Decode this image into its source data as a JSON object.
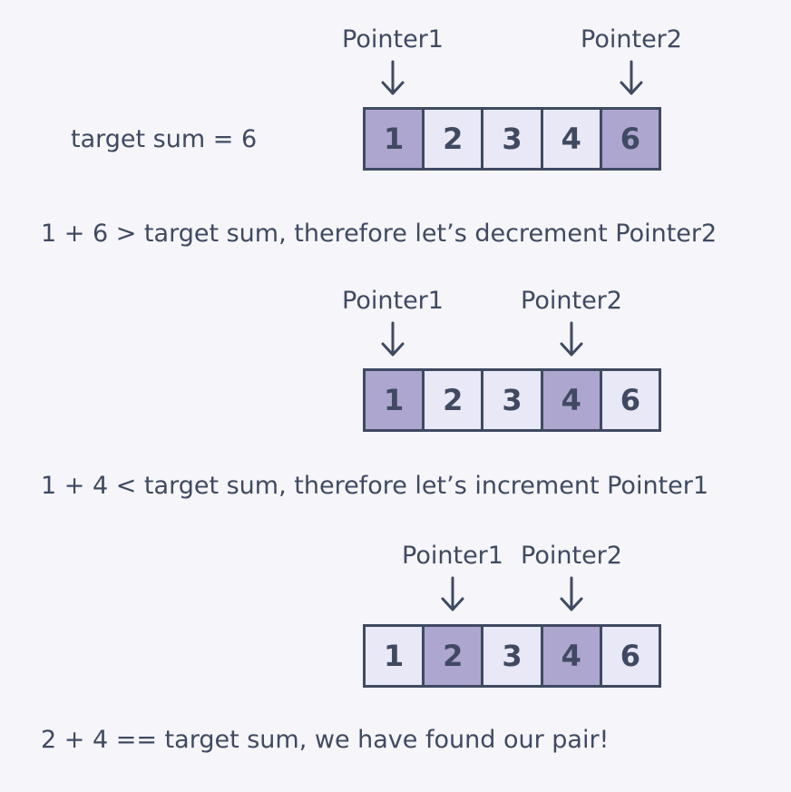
{
  "steps": [
    {
      "pointer1": "Pointer1",
      "pointer2": "Pointer2",
      "cells": [
        {
          "value": "1",
          "highlighted": true
        },
        {
          "value": "2",
          "highlighted": false
        },
        {
          "value": "3",
          "highlighted": false
        },
        {
          "value": "4",
          "highlighted": false
        },
        {
          "value": "6",
          "highlighted": true
        }
      ],
      "caption": "1 + 6 > target sum, therefore let’s decrement Pointer2"
    },
    {
      "pointer1": "Pointer1",
      "pointer2": "Pointer2",
      "cells": [
        {
          "value": "1",
          "highlighted": true
        },
        {
          "value": "2",
          "highlighted": false
        },
        {
          "value": "3",
          "highlighted": false
        },
        {
          "value": "4",
          "highlighted": true
        },
        {
          "value": "6",
          "highlighted": false
        }
      ],
      "caption": "1 + 4 < target sum, therefore let’s increment Pointer1"
    },
    {
      "pointer1": "Pointer1",
      "pointer2": "Pointer2",
      "cells": [
        {
          "value": "1",
          "highlighted": false
        },
        {
          "value": "2",
          "highlighted": true
        },
        {
          "value": "3",
          "highlighted": false
        },
        {
          "value": "4",
          "highlighted": true
        },
        {
          "value": "6",
          "highlighted": false
        }
      ],
      "caption": "2 + 4 == target sum, we have found our pair!"
    }
  ],
  "target_label": "target sum = 6",
  "colors": {
    "highlight": "#ada6cf",
    "normal": "#e8e8f6",
    "ink": "#3f4a62",
    "background": "#f5f5fa"
  }
}
